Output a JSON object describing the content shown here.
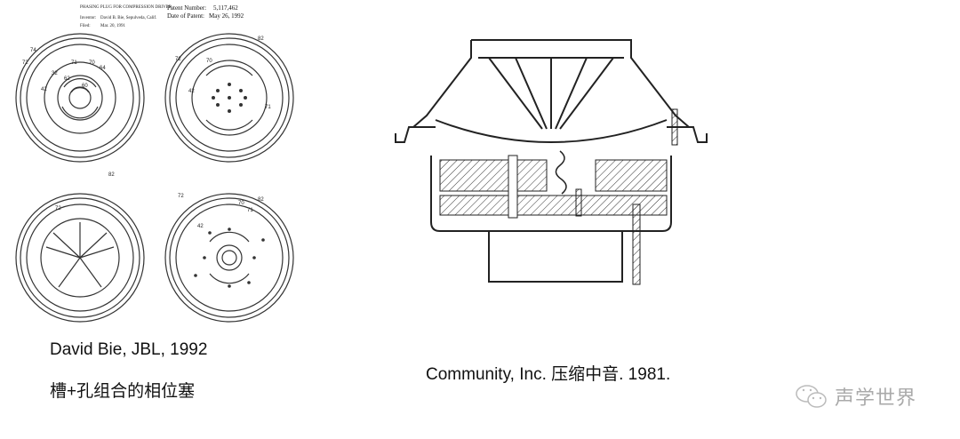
{
  "patent": {
    "title": "PHASING PLUG FOR COMPRESSION DRIVER",
    "inventor_label": "Inventor:",
    "inventor": "David B. Bie, Sepulveda, Calif.",
    "filed_label": "Filed:",
    "filed": "Mar. 20, 1991",
    "number_label": "Patent Number:",
    "number": "5,117,462",
    "date_label": "Date of Patent:",
    "date": "May 26, 1992"
  },
  "figures": {
    "fig1_labels": [
      "74",
      "72",
      "32",
      "62",
      "42",
      "70",
      "64",
      "71",
      "60"
    ],
    "fig2_labels": [
      "82",
      "72",
      "70",
      "42",
      "71"
    ],
    "fig3_labels": [
      "82",
      "72"
    ],
    "fig4_labels": [
      "82",
      "72",
      "70",
      "71",
      "42"
    ]
  },
  "captions": {
    "left_line1": "David Bie, JBL, 1992",
    "left_line2": "槽+孔组合的相位塞",
    "right": "Community, Inc. 压缩中音. 1981."
  },
  "watermark": {
    "text": "声学世界",
    "icon": "wechat-icon"
  }
}
